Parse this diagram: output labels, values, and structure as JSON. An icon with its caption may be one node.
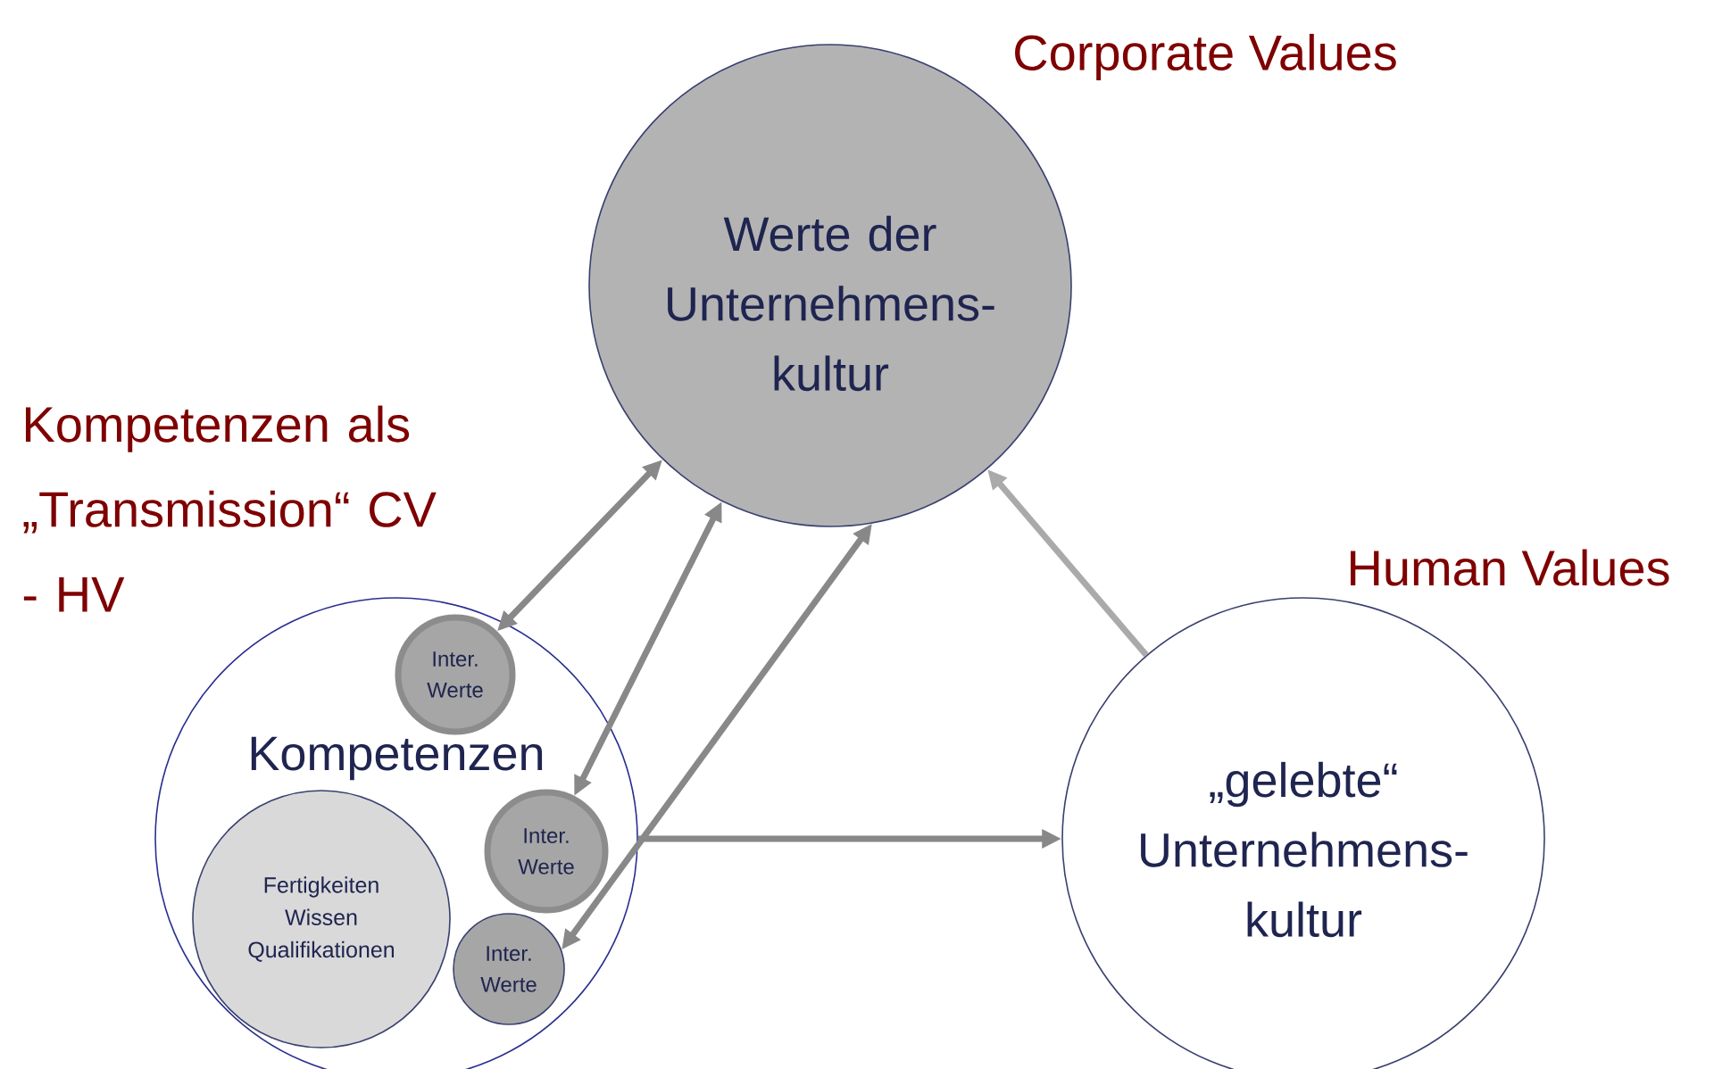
{
  "diagram": {
    "nodes": [
      {
        "text": [
          "Werte der Unternehmens- kultur"
        ],
        "beside": [
          "Corporate Values"
        ]
      },
      {
        "text": [
          "Kompetenzen"
        ],
        "beside": [
          "Kompetenzen als „Transmission“ CV - HV"
        ]
      },
      {
        "text": [
          "Inter. Werte"
        ],
        "in": 1
      },
      {
        "text": [
          "Fertigkeiten Wissen Qualifikationen"
        ],
        "in": 1
      },
      {
        "text": [
          "Inter. Werte"
        ],
        "in": 1
      },
      {
        "text": [
          "Inter. Werte"
        ],
        "in": 1
      },
      {
        "text": [
          "„gelebte“ Unternehmens- kultur"
        ],
        "beside": [
          "Human Values"
        ]
      }
    ],
    "edges": [
      {
        "from": 0,
        "to": 2,
        "arrow": "both"
      },
      {
        "from": 0,
        "to": 4,
        "arrow": "both"
      },
      {
        "from": 0,
        "to": 5,
        "arrow": "both"
      },
      {
        "from": 1,
        "to": 6,
        "arrow": "to"
      },
      {
        "from": 6,
        "to": 0,
        "arrow": "to",
        "color": "#aaaaaa"
      }
    ]
  }
}
